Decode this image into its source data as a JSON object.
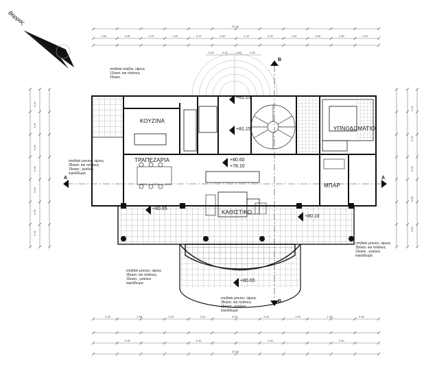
{
  "north_label": "Βορρας",
  "rooms": {
    "kitchen": "ΚΟΥΖΙΝΑ",
    "dining": "ΤΡΑΠΕΖΑΡΙΑ",
    "living": "ΚΑΘΙΣΤΙΚΟ",
    "bedroom": "ΥΠΝΟΔΩΜΑΤΙΟ",
    "bar": "ΜΠΑΡ"
  },
  "levels": {
    "stair_top": "+81.15",
    "stair_mid": "+81.15",
    "hall": "+80.60",
    "hall2": "+78.10",
    "terrace_left": "+80.65",
    "terrace_right": "+80.10",
    "terrace_bottom": "+80.65"
  },
  "sections": {
    "a_left": "A",
    "a_right": "A",
    "b_top": "B",
    "b_bottom": "B"
  },
  "notes": {
    "top": "στηθαίο τουβλα, ύψους 12εκατ. και πλάτους 25εκατ.",
    "left": "στηθαίο μπετον, ύψους 35εκατ. και πλάτους 15εκατ., γυαλινο κιγκλίδωμα",
    "bottom_left": "στηθαίο μπετον, ύψους 35εκατ. και πλάτους 15εκατ., γυαλινο κιγκλίδωμα",
    "bottom_mid": "στηθαίο μπετον, ύψους 35εκατ. και πλάτους 15εκατ., γυαλινο κιγκλίδωμα",
    "right": "στηθαίο μπετον, ύψους 35εκατ. και πλάτους 15εκατ., γυαλινο κιγκλίδωμα"
  },
  "dims": {
    "top_total": "20.00",
    "bottom_total": "20.00",
    "top_row": [
      "0.60",
      "5.80",
      "0.20",
      "1.60",
      "0.20",
      "0.40",
      "1.40",
      "0.20",
      "2.60",
      "0.40",
      "2.30",
      "0.25"
    ],
    "top_row2": [
      "0.40",
      "0.40",
      "1.00",
      "0.35"
    ],
    "bottom_row": [
      "0.35",
      "1.85",
      "0.20",
      "0.40",
      "0.20",
      "0.40",
      "0.20",
      "1.35",
      "0.35"
    ],
    "bottom_row2": [
      "0.90",
      "0.40",
      "0.40",
      "0.40"
    ],
    "left_col": [
      "0.25",
      "3.25",
      "0.20",
      "2.55",
      "0.20",
      "4.35",
      "0.25"
    ],
    "right_col": [
      "0.25",
      "3.25",
      "0.20",
      "5.80",
      "3.60"
    ]
  },
  "colors": {
    "line": "#111111",
    "dim": "#666666",
    "hatch": "#555555"
  }
}
